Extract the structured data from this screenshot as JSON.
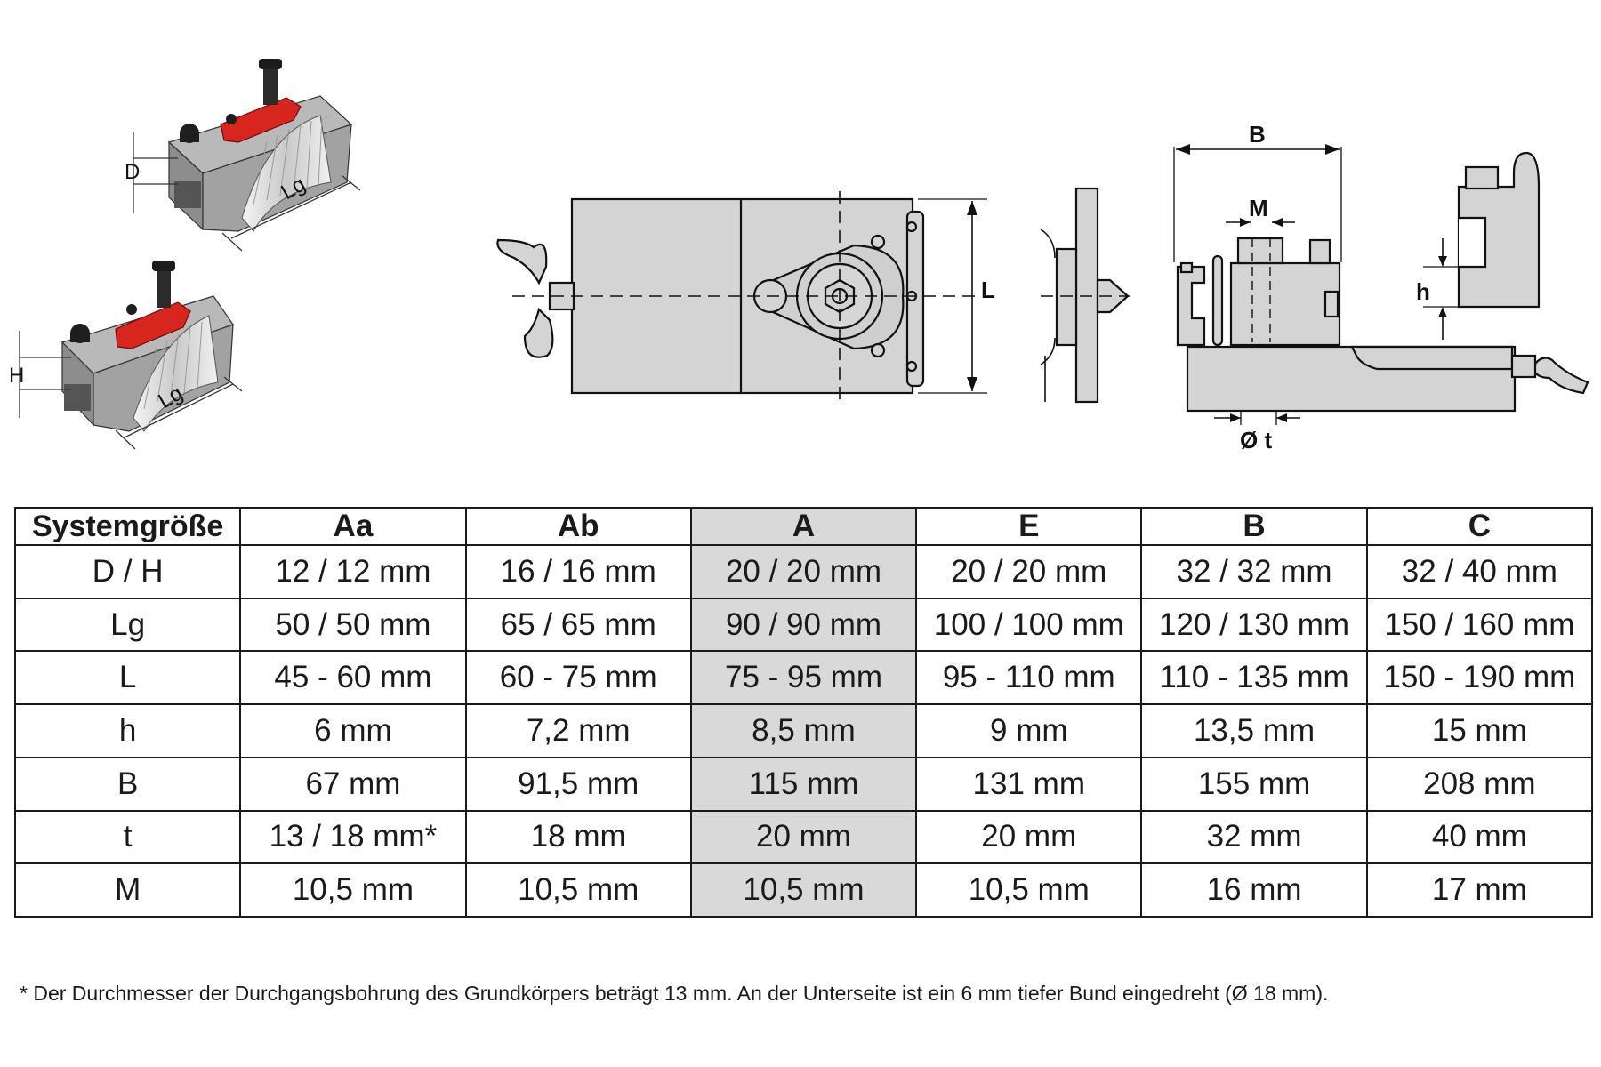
{
  "diagram": {
    "holder_top_labels": {
      "d": "D",
      "lg": "Lg"
    },
    "holder_bottom_labels": {
      "h": "H",
      "lg": "Lg"
    },
    "plan_label_L": "L",
    "side_labels": {
      "b": "B",
      "m": "M",
      "h": "h",
      "t": "Ø t"
    }
  },
  "table": {
    "header": [
      "Systemgröße",
      "Aa",
      "Ab",
      "A",
      "E",
      "B",
      "C"
    ],
    "highlight_column": "A",
    "highlight_color": "#d9d9d9",
    "rows": [
      {
        "label": "D / H",
        "values": [
          "12 / 12 mm",
          "16 / 16 mm",
          "20 / 20 mm",
          "20 / 20 mm",
          "32 / 32 mm",
          "32 / 40 mm"
        ]
      },
      {
        "label": "Lg",
        "values": [
          "50 / 50 mm",
          "65 / 65 mm",
          "90 / 90 mm",
          "100 / 100 mm",
          "120 / 130 mm",
          "150 / 160 mm"
        ]
      },
      {
        "label": "L",
        "values": [
          "45 - 60 mm",
          "60 - 75 mm",
          "75 - 95 mm",
          "95 - 110 mm",
          "110 - 135 mm",
          "150 - 190 mm"
        ]
      },
      {
        "label": "h",
        "values": [
          "6 mm",
          "7,2 mm",
          "8,5 mm",
          "9 mm",
          "13,5 mm",
          "15 mm"
        ]
      },
      {
        "label": "B",
        "values": [
          "67 mm",
          "91,5 mm",
          "115 mm",
          "131 mm",
          "155 mm",
          "208 mm"
        ]
      },
      {
        "label": "t",
        "values": [
          "13 / 18 mm*",
          "18 mm",
          "20 mm",
          "20 mm",
          "32 mm",
          "40 mm"
        ]
      },
      {
        "label": "M",
        "values": [
          "10,5 mm",
          "10,5 mm",
          "10,5 mm",
          "10,5 mm",
          "16 mm",
          "17 mm"
        ]
      }
    ]
  },
  "footnote": "* Der Durchmesser der Durchgangsbohrung des Grundkörpers beträgt 13 mm. An der Unterseite ist ein 6 mm tiefer Bund eingedreht (Ø 18 mm).",
  "colors": {
    "clamp_red": "#d8261f",
    "body_gray": "#8e8e8e",
    "drawing_fill": "#d4d4d4"
  },
  "icons": [
    "tool-holder-drawing",
    "plan-view-drawing",
    "side-view-drawing"
  ]
}
